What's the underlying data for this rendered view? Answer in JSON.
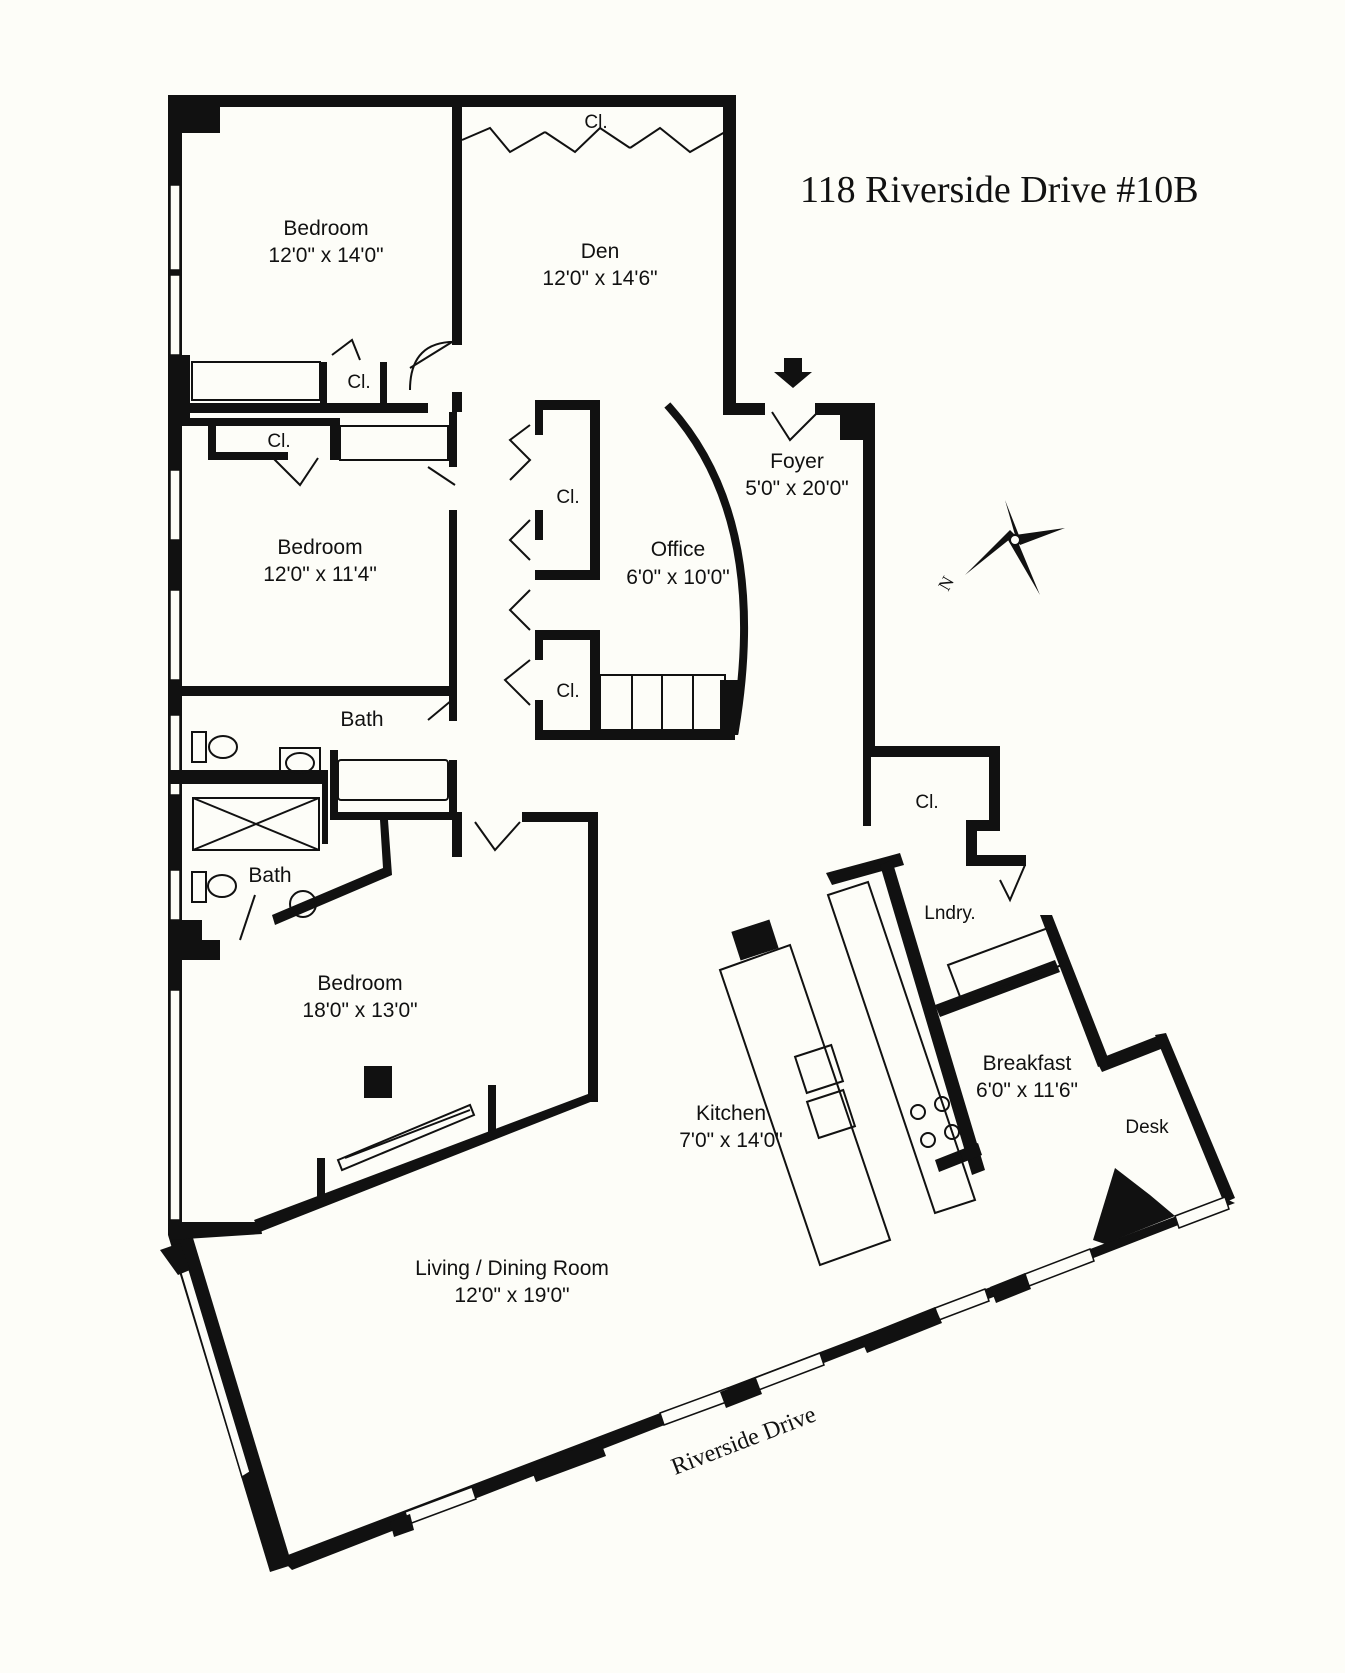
{
  "title": "118 Riverside Drive #10B",
  "street": "Riverside Drive",
  "compass": {
    "north_label": "N"
  },
  "rooms": {
    "bedroom1": {
      "name": "Bedroom",
      "dims": "12'0\" x 14'0\""
    },
    "den": {
      "name": "Den",
      "dims": "12'0\" x 14'6\""
    },
    "foyer": {
      "name": "Foyer",
      "dims": "5'0\" x 20'0\""
    },
    "bedroom2": {
      "name": "Bedroom",
      "dims": "12'0\" x 11'4\""
    },
    "office": {
      "name": "Office",
      "dims": "6'0\" x 10'0\""
    },
    "bath1": {
      "name": "Bath"
    },
    "bath2": {
      "name": "Bath"
    },
    "bedroom3": {
      "name": "Bedroom",
      "dims": "18'0\" x 13'0\""
    },
    "kitchen": {
      "name": "Kitchen",
      "dims": "7'0\" x 14'0\""
    },
    "laundry": {
      "name": "Lndry."
    },
    "breakfast": {
      "name": "Breakfast",
      "dims": "6'0\" x 11'6\""
    },
    "desk": {
      "name": "Desk"
    },
    "living": {
      "name": "Living / Dining Room",
      "dims": "12'0\" x 19'0\""
    }
  },
  "closet_label": "Cl."
}
